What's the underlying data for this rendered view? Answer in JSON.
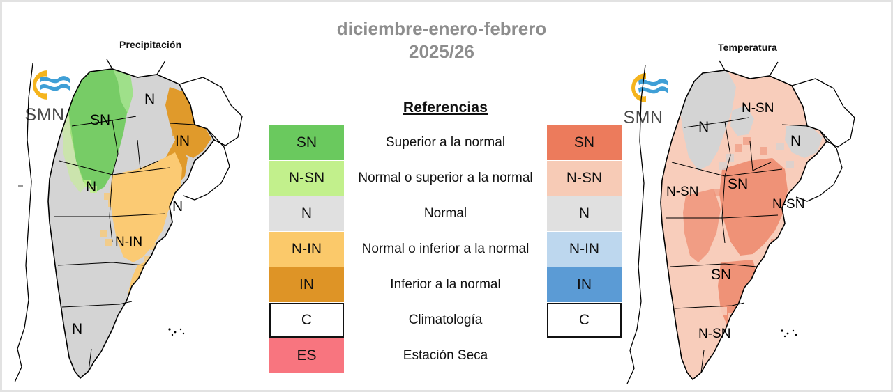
{
  "title": {
    "season": "diciembre-enero-febrero",
    "period": "2025/26"
  },
  "panels": {
    "precipitation": {
      "caption": "Precipitación",
      "logo_text": "SMN",
      "region_labels": [
        "SN",
        "N",
        "IN",
        "N",
        "N",
        "N-IN",
        "N"
      ]
    },
    "temperature": {
      "caption": "Temperatura",
      "logo_text": "SMN",
      "region_labels": [
        "N-SN",
        "N",
        "N",
        "N-SN",
        "SN",
        "N-SN",
        "SN",
        "N-SN"
      ]
    }
  },
  "legend": {
    "title": "Referencias",
    "rows": [
      {
        "code_precip": "SN",
        "description": "Superior a la normal",
        "code_temp": "SN",
        "color_precip": "#6ac95e",
        "color_temp": "#ec7b5c",
        "boxed_precip": false,
        "boxed_temp": false
      },
      {
        "code_precip": "N-SN",
        "description": "Normal o superior a la normal",
        "code_temp": "N-SN",
        "color_precip": "#c2f08c",
        "color_temp": "#f7cbb6",
        "boxed_precip": false,
        "boxed_temp": false
      },
      {
        "code_precip": "N",
        "description": "Normal",
        "code_temp": "N",
        "color_precip": "#e0e0e0",
        "color_temp": "#e0e0e0",
        "boxed_precip": false,
        "boxed_temp": false
      },
      {
        "code_precip": "N-IN",
        "description": "Normal o inferior a la normal",
        "code_temp": "N-IN",
        "color_precip": "#fbc96a",
        "color_temp": "#bdd7ee",
        "boxed_precip": false,
        "boxed_temp": false
      },
      {
        "code_precip": "IN",
        "description": "Inferior a la normal",
        "code_temp": "IN",
        "color_precip": "#de9426",
        "color_temp": "#5b9bd5",
        "boxed_precip": false,
        "boxed_temp": false
      },
      {
        "code_precip": "C",
        "description": "Climatología",
        "code_temp": "C",
        "color_precip": "#ffffff",
        "color_temp": "#ffffff",
        "boxed_precip": true,
        "boxed_temp": true
      },
      {
        "code_precip": "ES",
        "description": "Estación Seca",
        "code_temp": "",
        "color_precip": "#f8757f",
        "color_temp": "",
        "boxed_precip": false,
        "boxed_temp": false
      }
    ]
  },
  "map_fill_colors": {
    "sn_green": "#77cc66",
    "nsn_green": "#c2f08c",
    "normal_gray": "#d4d4d4",
    "nin_orange": "#fbca73",
    "in_orange": "#e09a2b",
    "sn_salmon": "#ef9277",
    "nsn_salmon": "#f8cdbb",
    "outline": "#000000",
    "ocean": "#ffffff"
  }
}
